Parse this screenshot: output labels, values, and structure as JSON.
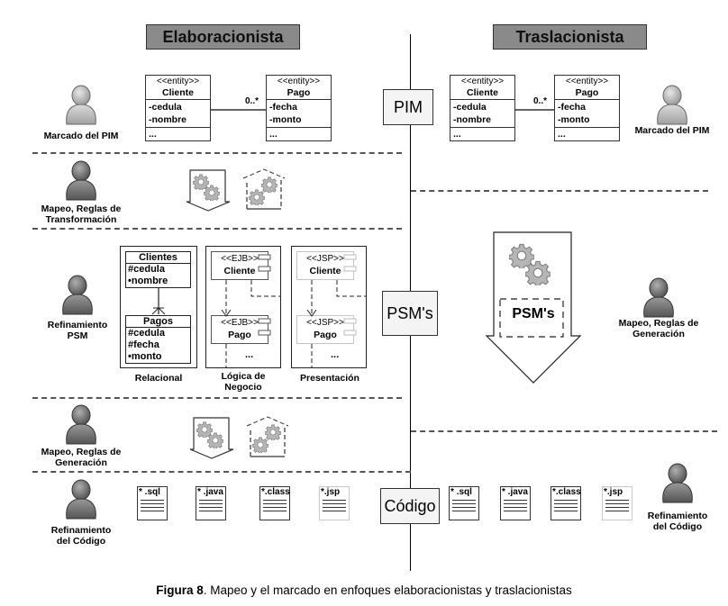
{
  "headers": {
    "left": "Elaboracionista",
    "right": "Traslacionista"
  },
  "levels": {
    "pim": "PIM",
    "psm": "PSM's",
    "code": "Código"
  },
  "left_roles": [
    {
      "label_l1": "Marcado del PIM",
      "label_l2": ""
    },
    {
      "label_l1": "Mapeo, Reglas de",
      "label_l2": "Transformación"
    },
    {
      "label_l1": "Refinamiento",
      "label_l2": "PSM"
    },
    {
      "label_l1": "Mapeo, Reglas de",
      "label_l2": "Generación"
    },
    {
      "label_l1": "Refinamiento",
      "label_l2": "del Código"
    }
  ],
  "right_roles": [
    {
      "label_l1": "Marcado del PIM",
      "label_l2": ""
    },
    {
      "label_l1": "Mapeo, Reglas de",
      "label_l2": "Generación"
    },
    {
      "label_l1": "Refinamiento",
      "label_l2": "del Código"
    }
  ],
  "pim_model": {
    "cliente": {
      "stereotype": "<<entity>>",
      "name": "Cliente",
      "attrs": [
        "-cedula",
        "-nombre"
      ],
      "ops": "..."
    },
    "pago": {
      "stereotype": "<<entity>>",
      "name": "Pago",
      "attrs": [
        "-fecha",
        "-monto"
      ],
      "ops": "..."
    },
    "multiplicity": "0..*"
  },
  "psm_frames": {
    "relacional": {
      "label": "Relacional",
      "clientes": {
        "name": "Clientes",
        "cols": [
          "#cedula",
          "•nombre"
        ]
      },
      "pagos": {
        "name": "Pagos",
        "cols": [
          "#cedula",
          "#fecha",
          "•monto"
        ]
      }
    },
    "logica": {
      "label_l1": "Lógica de",
      "label_l2": "Negocio",
      "stereotype": "<<EJB>>",
      "comp1": "Cliente",
      "comp2": "Pago",
      "more": "..."
    },
    "presentacion": {
      "label": "Presentación",
      "stereotype": "<<JSP>>",
      "comp1": "Cliente",
      "comp2": "Pago",
      "more": "..."
    }
  },
  "right_psm_arrow_label": "PSM's",
  "code_files": [
    "* .sql",
    "* .java",
    "*.class",
    "*.jsp"
  ],
  "caption": {
    "bold": "Figura 8",
    "text": ". Mapeo y el marcado en enfoques elaboracionistas y traslacionistas"
  }
}
